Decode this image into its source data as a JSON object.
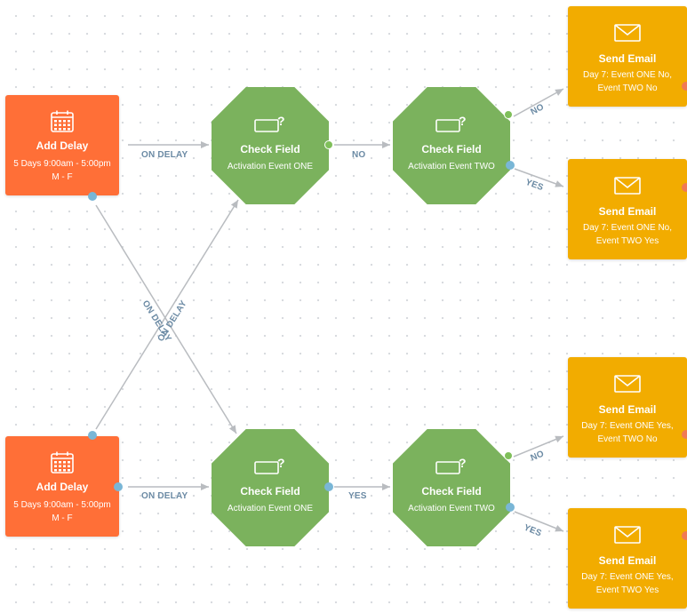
{
  "nodes": {
    "delay_top": {
      "title": "Add Delay",
      "subtitle": "5 Days 9:00am - 5:00pm M - F",
      "icon": "calendar-icon"
    },
    "delay_bottom": {
      "title": "Add Delay",
      "subtitle": "5 Days 9:00am - 5:00pm M - F",
      "icon": "calendar-icon"
    },
    "check_top_1": {
      "title": "Check Field",
      "subtitle": "Activation Event ONE",
      "icon": "field-question-icon"
    },
    "check_top_2": {
      "title": "Check Field",
      "subtitle": "Activation Event TWO",
      "icon": "field-question-icon"
    },
    "check_bottom_1": {
      "title": "Check Field",
      "subtitle": "Activation Event ONE",
      "icon": "field-question-icon"
    },
    "check_bottom_2": {
      "title": "Check Field",
      "subtitle": "Activation Event TWO",
      "icon": "field-question-icon"
    },
    "email_1": {
      "title": "Send Email",
      "subtitle": "Day 7: Event ONE No, Event TWO No",
      "icon": "envelope-icon"
    },
    "email_2": {
      "title": "Send Email",
      "subtitle": "Day 7: Event ONE No, Event TWO Yes",
      "icon": "envelope-icon"
    },
    "email_3": {
      "title": "Send Email",
      "subtitle": "Day 7: Event ONE Yes, Event TWO No",
      "icon": "envelope-icon"
    },
    "email_4": {
      "title": "Send Email",
      "subtitle": "Day 7: Event ONE Yes, Event TWO Yes",
      "icon": "envelope-icon"
    }
  },
  "edges": {
    "on_delay_top": "ON DELAY",
    "on_delay_cross_1": "ON DELAY",
    "on_delay_cross_2": "ON DELAY",
    "on_delay_bottom": "ON DELAY",
    "top_check_no": "NO",
    "bottom_check_yes": "YES",
    "to_email_1": "NO",
    "to_email_2": "YES",
    "to_email_3": "NO",
    "to_email_4": "YES"
  },
  "colors": {
    "delay": "#ff6f37",
    "check": "#7bb25d",
    "email": "#f2ac00",
    "edge": "#b9bcc0",
    "edge_label": "#6b8aa4",
    "port_blue": "#79b6d6"
  }
}
